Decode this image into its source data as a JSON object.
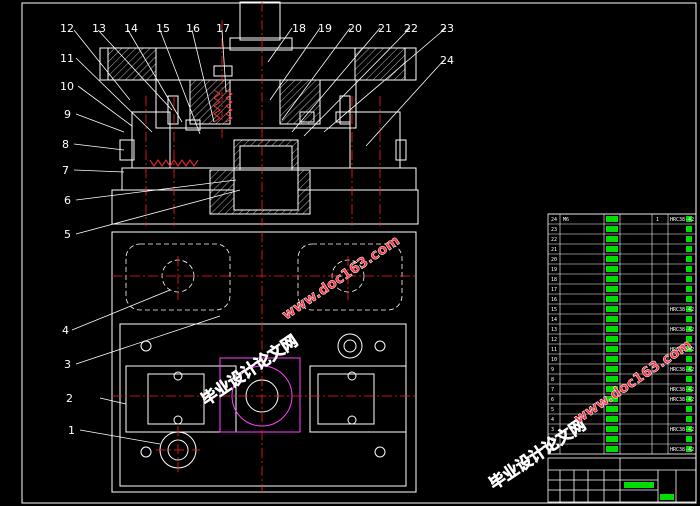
{
  "colors": {
    "background": "#000000",
    "outline": "#ffffff",
    "centerline": "#ff2020",
    "spring": "#ff3030",
    "highlight": "#ff40ff",
    "table_fill": "#00dd00",
    "watermark_text": "#ff3344",
    "watermark_outline": "#ffffff",
    "hatch": "#ffffff"
  },
  "part_labels": [
    "1",
    "2",
    "3",
    "4",
    "5",
    "6",
    "7",
    "8",
    "9",
    "10",
    "11",
    "12",
    "13",
    "14",
    "15",
    "16",
    "17",
    "18",
    "19",
    "20",
    "21",
    "22",
    "23",
    "24"
  ],
  "parts_table": {
    "rows": [
      {
        "no": "24",
        "name": "M6",
        "qty": "1",
        "material": "HRC38-42"
      },
      {
        "no": "23",
        "name": "",
        "qty": "",
        "material": ""
      },
      {
        "no": "22",
        "name": "",
        "qty": "",
        "material": ""
      },
      {
        "no": "21",
        "name": "",
        "qty": "",
        "material": ""
      },
      {
        "no": "20",
        "name": "",
        "qty": "",
        "material": ""
      },
      {
        "no": "19",
        "name": "",
        "qty": "",
        "material": ""
      },
      {
        "no": "18",
        "name": "",
        "qty": "",
        "material": ""
      },
      {
        "no": "17",
        "name": "",
        "qty": "",
        "material": ""
      },
      {
        "no": "16",
        "name": "",
        "qty": "",
        "material": ""
      },
      {
        "no": "15",
        "name": "",
        "qty": "",
        "material": "HRC38-42"
      },
      {
        "no": "14",
        "name": "",
        "qty": "",
        "material": ""
      },
      {
        "no": "13",
        "name": "",
        "qty": "",
        "material": "HRC38-42"
      },
      {
        "no": "12",
        "name": "",
        "qty": "",
        "material": ""
      },
      {
        "no": "11",
        "name": "",
        "qty": "",
        "material": "HRC38-42"
      },
      {
        "no": "10",
        "name": "",
        "qty": "",
        "material": ""
      },
      {
        "no": "9",
        "name": "",
        "qty": "",
        "material": "HRC38-42"
      },
      {
        "no": "8",
        "name": "",
        "qty": "",
        "material": ""
      },
      {
        "no": "7",
        "name": "",
        "qty": "",
        "material": "HRC38-42"
      },
      {
        "no": "6",
        "name": "",
        "qty": "",
        "material": "HRC38-42"
      },
      {
        "no": "5",
        "name": "",
        "qty": "",
        "material": ""
      },
      {
        "no": "4",
        "name": "",
        "qty": "",
        "material": ""
      },
      {
        "no": "3",
        "name": "",
        "qty": "",
        "material": "HRC38-42"
      },
      {
        "no": "2",
        "name": "",
        "qty": "",
        "material": ""
      },
      {
        "no": "1",
        "name": "",
        "qty": "",
        "material": "HRC38-42"
      }
    ]
  },
  "watermarks": [
    {
      "text": "毕业设计论文网"
    },
    {
      "text": "www.doc163.com"
    },
    {
      "text": "毕业设计论文网"
    },
    {
      "text": "www.doc163.com"
    }
  ]
}
